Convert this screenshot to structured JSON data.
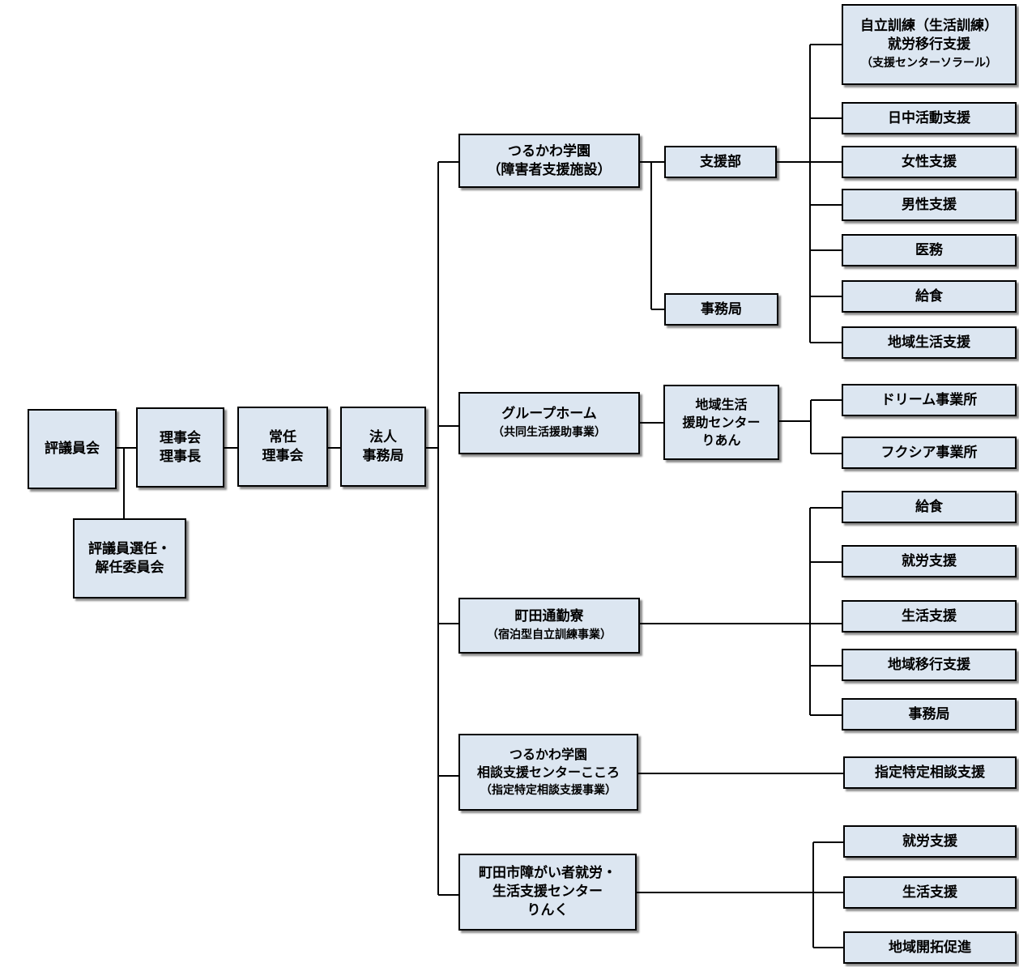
{
  "colors": {
    "box_fill": "#dce6f1",
    "box_border": "#000000",
    "line": "#000000"
  },
  "governance": {
    "councilors": {
      "lines": [
        "評議員会"
      ]
    },
    "selection_committee": {
      "lines": [
        "評議員選任・",
        "解任委員会"
      ]
    },
    "board": {
      "lines": [
        "理事会",
        "理事長"
      ]
    },
    "standing_board": {
      "lines": [
        "常任",
        "理事会"
      ]
    },
    "secretariat": {
      "lines": [
        "法人",
        "事務局"
      ]
    }
  },
  "facilities": {
    "tsurukawa": {
      "lines": [
        "つるかわ学園",
        "（障害者支援施設）"
      ],
      "departments": {
        "support": {
          "lines": [
            "支援部"
          ],
          "units": [
            [
              "自立訓練（生活訓練）",
              "就労移行支援",
              "（支援センターソラール）"
            ],
            [
              "日中活動支援"
            ],
            [
              "女性支援"
            ],
            [
              "男性支援"
            ],
            [
              "医務"
            ],
            [
              "給食"
            ],
            [
              "地域生活支援"
            ]
          ]
        },
        "office": {
          "lines": [
            "事務局"
          ]
        }
      }
    },
    "group_home": {
      "lines": [
        "グループホーム",
        "（共同生活援助事業）"
      ],
      "center": {
        "lines": [
          "地域生活",
          "援助センター",
          "りあん"
        ],
        "units": [
          [
            "ドリーム事業所"
          ],
          [
            "フクシア事業所"
          ]
        ]
      }
    },
    "machida_dorm": {
      "lines": [
        "町田通勤寮",
        "（宿泊型自立訓練事業）"
      ],
      "units": [
        [
          "給食"
        ],
        [
          "就労支援"
        ],
        [
          "生活支援"
        ],
        [
          "地域移行支援"
        ],
        [
          "事務局"
        ]
      ]
    },
    "kokoro": {
      "lines": [
        "つるかわ学園",
        "相談支援センターこころ",
        "（指定特定相談支援事業）"
      ],
      "units": [
        [
          "指定特定相談支援"
        ]
      ]
    },
    "rinku": {
      "lines": [
        "町田市障がい者就労・",
        "生活支援センター",
        "りんく"
      ],
      "units": [
        [
          "就労支援"
        ],
        [
          "生活支援"
        ],
        [
          "地域開拓促進"
        ]
      ]
    }
  }
}
